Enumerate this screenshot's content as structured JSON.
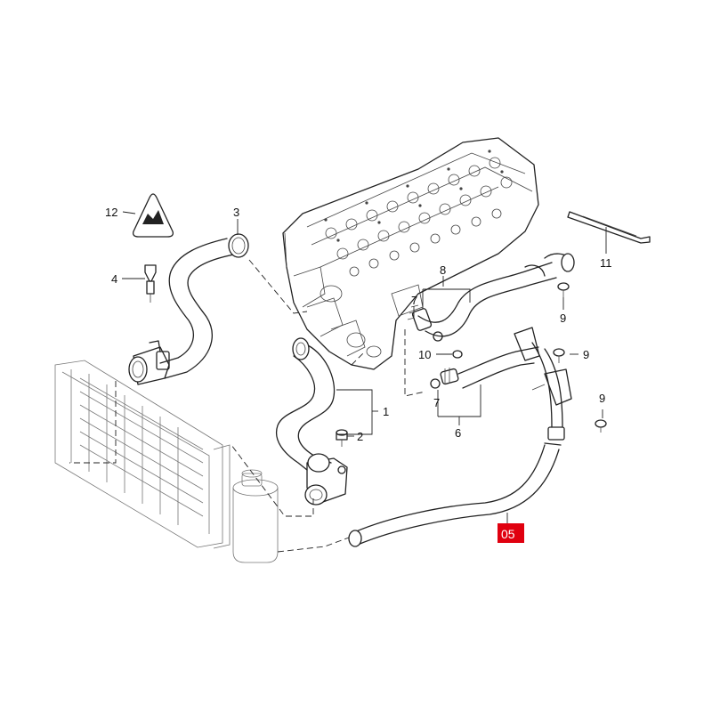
{
  "callouts": {
    "c12": "12",
    "c3": "3",
    "c4": "4",
    "c8": "8",
    "c11": "11",
    "c7a": "7",
    "c9a": "9",
    "c10": "10",
    "c9b": "9",
    "c1": "1",
    "c7b": "7",
    "c9c": "9",
    "c2": "2",
    "c6": "6"
  },
  "highlight": {
    "label": "05",
    "color": "#e0000f"
  }
}
